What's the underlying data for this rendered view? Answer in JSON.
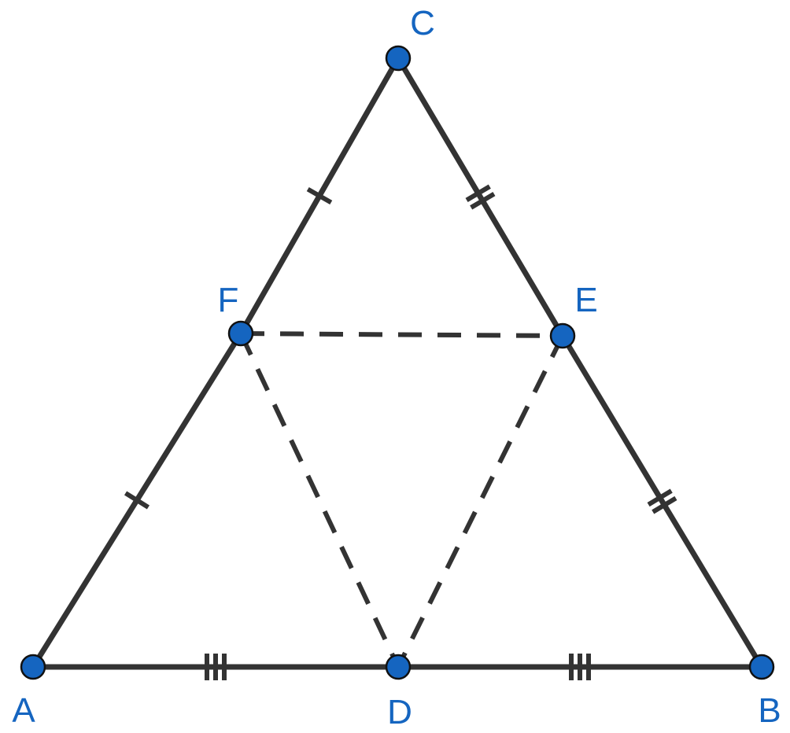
{
  "points": [
    {
      "id": "A",
      "label": "A"
    },
    {
      "id": "B",
      "label": "B"
    },
    {
      "id": "C",
      "label": "C"
    },
    {
      "id": "D",
      "label": "D"
    },
    {
      "id": "E",
      "label": "E"
    },
    {
      "id": "F",
      "label": "F"
    }
  ],
  "sides": [
    {
      "id": "AF",
      "from": "A",
      "to": "F",
      "ticks": 1
    },
    {
      "id": "FC",
      "from": "F",
      "to": "C",
      "ticks": 1
    },
    {
      "id": "CE",
      "from": "C",
      "to": "E",
      "ticks": 2
    },
    {
      "id": "EB",
      "from": "E",
      "to": "B",
      "ticks": 2
    },
    {
      "id": "AD",
      "from": "A",
      "to": "D",
      "ticks": 3
    },
    {
      "id": "DB",
      "from": "D",
      "to": "B",
      "ticks": 3
    }
  ],
  "midsegments": [
    {
      "id": "FE",
      "from": "F",
      "to": "E"
    },
    {
      "id": "FD",
      "from": "F",
      "to": "D"
    },
    {
      "id": "ED",
      "from": "E",
      "to": "D"
    }
  ],
  "colors": {
    "line": "#333333",
    "vertex_fill": "#1565C0",
    "vertex_stroke": "#111111",
    "label": "#1565C0"
  }
}
